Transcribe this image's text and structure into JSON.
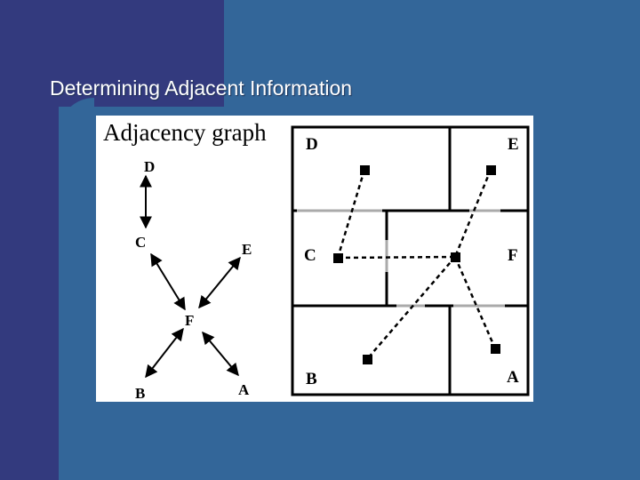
{
  "slide": {
    "title": "Determining Adjacent Information"
  },
  "graph": {
    "heading": "Adjacency graph",
    "nodes": {
      "D": "D",
      "C": "C",
      "E": "E",
      "F": "F",
      "B": "B",
      "A": "A"
    },
    "edges": [
      [
        "D",
        "C"
      ],
      [
        "C",
        "F"
      ],
      [
        "E",
        "F"
      ],
      [
        "F",
        "B"
      ],
      [
        "F",
        "A"
      ]
    ]
  },
  "floorplan": {
    "rooms": {
      "D": "D",
      "E": "E",
      "C": "C",
      "F": "F",
      "B": "B",
      "A": "A"
    }
  },
  "colors": {
    "background": "#336699",
    "dark_band": "#333a7e",
    "title_text": "#ffffff",
    "door_gray": "#aaaaaa"
  }
}
